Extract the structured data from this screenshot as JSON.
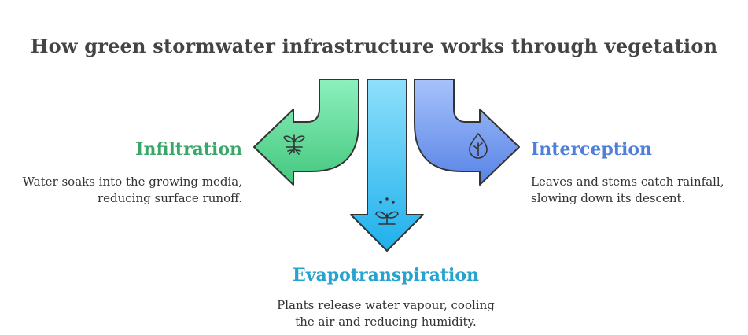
{
  "title": "How green stormwater infrastructure works through vegetation",
  "items": [
    {
      "id": "infiltration",
      "label": "Infiltration",
      "description_lines": [
        "Water soaks into the growing media,",
        "reducing surface runoff."
      ],
      "color": "#3aa76a",
      "fill": "#5fd895",
      "icon": "plant-roots-icon"
    },
    {
      "id": "evapotranspiration",
      "label": "Evapotranspiration",
      "description_lines": [
        "Plants release water vapour, cooling",
        "the air and reducing humidity."
      ],
      "color": "#26a3cf",
      "fill": "#4cc8f2",
      "icon": "sprout-vapour-icon"
    },
    {
      "id": "interception",
      "label": "Interception",
      "description_lines": [
        "Leaves and stems catch rainfall,",
        "slowing down its descent."
      ],
      "color": "#4f7fd8",
      "fill": "#6d97ec",
      "icon": "leaf-drop-icon"
    }
  ]
}
